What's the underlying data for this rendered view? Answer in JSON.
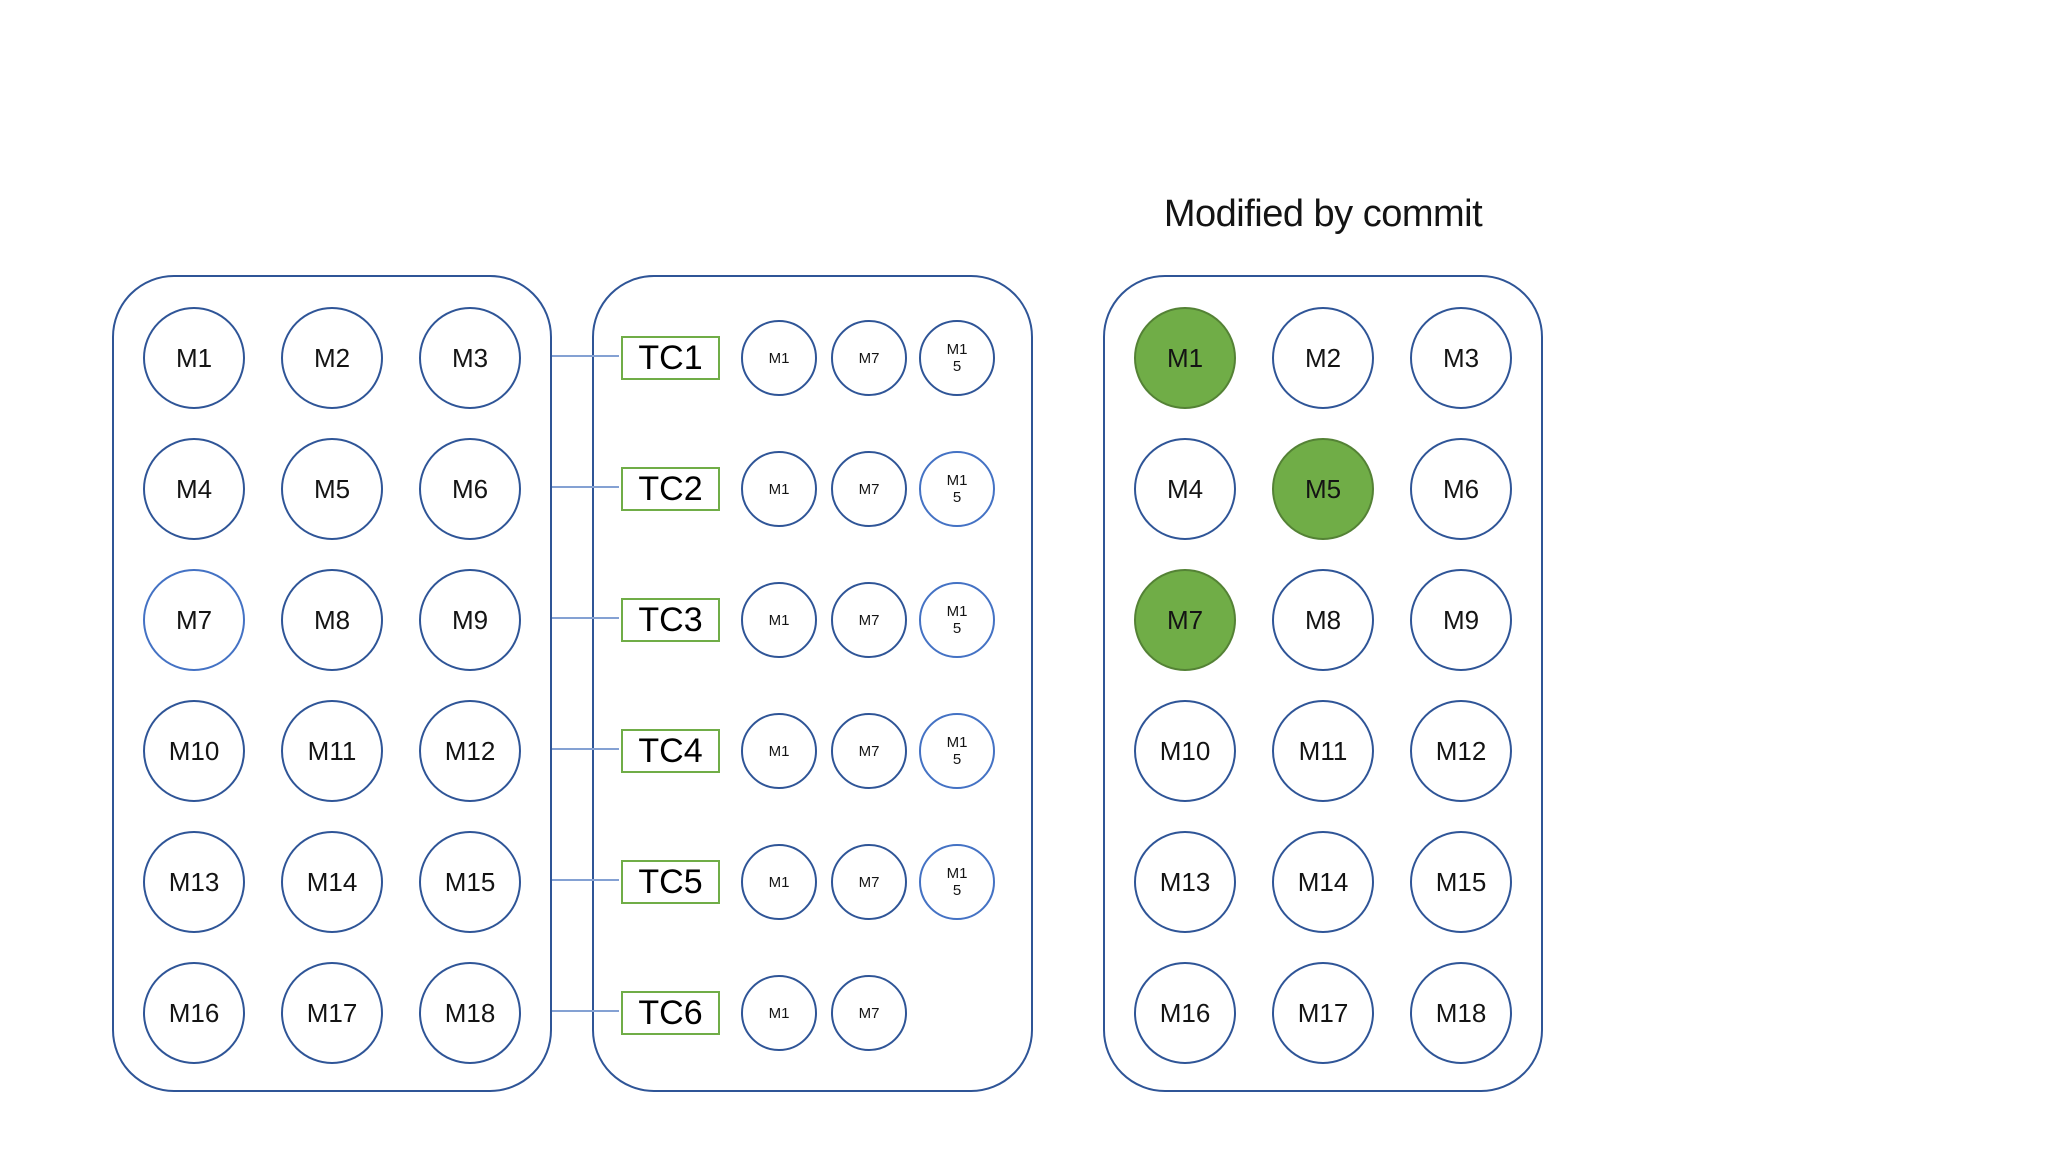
{
  "title": "Modified by commit",
  "colors": {
    "panel_border_blue": "#2f5597",
    "module_dark_blue": "#2f5597",
    "module_light_blue": "#4472c4",
    "connector_blue": "#84a1d3",
    "tc_box_green": "#70ad47",
    "modified_fill_green": "#70ad47",
    "modified_border_green": "#548235"
  },
  "left_panel": {
    "modules": [
      {
        "label": "M1",
        "variant": "dark"
      },
      {
        "label": "M2",
        "variant": "dark"
      },
      {
        "label": "M3",
        "variant": "dark"
      },
      {
        "label": "M4",
        "variant": "dark"
      },
      {
        "label": "M5",
        "variant": "dark"
      },
      {
        "label": "M6",
        "variant": "dark"
      },
      {
        "label": "M7",
        "variant": "light"
      },
      {
        "label": "M8",
        "variant": "dark"
      },
      {
        "label": "M9",
        "variant": "dark"
      },
      {
        "label": "M10",
        "variant": "dark"
      },
      {
        "label": "M11",
        "variant": "dark"
      },
      {
        "label": "M12",
        "variant": "dark"
      },
      {
        "label": "M13",
        "variant": "dark"
      },
      {
        "label": "M14",
        "variant": "dark"
      },
      {
        "label": "M15",
        "variant": "dark"
      },
      {
        "label": "M16",
        "variant": "dark"
      },
      {
        "label": "M17",
        "variant": "dark"
      },
      {
        "label": "M18",
        "variant": "dark"
      }
    ]
  },
  "test_case_panel": {
    "rows": [
      {
        "label": "TC1",
        "modules": [
          {
            "label": "M1",
            "variant": "dark"
          },
          {
            "label": "M7",
            "variant": "dark"
          },
          {
            "label": "M1\n5",
            "variant": "dark"
          }
        ]
      },
      {
        "label": "TC2",
        "modules": [
          {
            "label": "M1",
            "variant": "dark"
          },
          {
            "label": "M7",
            "variant": "dark"
          },
          {
            "label": "M1\n5",
            "variant": "light"
          }
        ]
      },
      {
        "label": "TC3",
        "modules": [
          {
            "label": "M1",
            "variant": "dark"
          },
          {
            "label": "M7",
            "variant": "dark"
          },
          {
            "label": "M1\n5",
            "variant": "light"
          }
        ]
      },
      {
        "label": "TC4",
        "modules": [
          {
            "label": "M1",
            "variant": "dark"
          },
          {
            "label": "M7",
            "variant": "dark"
          },
          {
            "label": "M1\n5",
            "variant": "light"
          }
        ]
      },
      {
        "label": "TC5",
        "modules": [
          {
            "label": "M1",
            "variant": "dark"
          },
          {
            "label": "M7",
            "variant": "dark"
          },
          {
            "label": "M1\n5",
            "variant": "light"
          }
        ]
      },
      {
        "label": "TC6",
        "modules": [
          {
            "label": "M1",
            "variant": "dark"
          },
          {
            "label": "M7",
            "variant": "dark"
          }
        ]
      }
    ]
  },
  "right_panel": {
    "title": "Modified by commit",
    "modules": [
      {
        "label": "M1",
        "variant": "modified"
      },
      {
        "label": "M2",
        "variant": "normal"
      },
      {
        "label": "M3",
        "variant": "normal"
      },
      {
        "label": "M4",
        "variant": "normal"
      },
      {
        "label": "M5",
        "variant": "modified"
      },
      {
        "label": "M6",
        "variant": "normal"
      },
      {
        "label": "M7",
        "variant": "modified"
      },
      {
        "label": "M8",
        "variant": "normal"
      },
      {
        "label": "M9",
        "variant": "normal"
      },
      {
        "label": "M10",
        "variant": "normal"
      },
      {
        "label": "M11",
        "variant": "normal"
      },
      {
        "label": "M12",
        "variant": "normal"
      },
      {
        "label": "M13",
        "variant": "normal"
      },
      {
        "label": "M14",
        "variant": "normal"
      },
      {
        "label": "M15",
        "variant": "normal"
      },
      {
        "label": "M16",
        "variant": "normal"
      },
      {
        "label": "M17",
        "variant": "normal"
      },
      {
        "label": "M18",
        "variant": "normal"
      }
    ]
  }
}
